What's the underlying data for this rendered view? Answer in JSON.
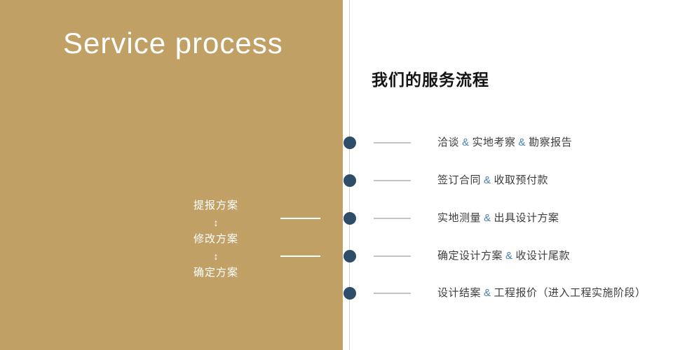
{
  "left_panel": {
    "title": "Service process",
    "plan_steps": [
      "提报方案",
      "修改方案",
      "确定方案"
    ],
    "arrow_glyph": "↕"
  },
  "right_panel": {
    "heading": "我们的服务流程",
    "timeline_items": [
      "洽谈 & 实地考察 & 勘察报告",
      "签订合同 & 收取预付款",
      "实地测量 & 出具设计方案",
      "确定设计方案 & 收设计尾款",
      "设计结案 & 工程报价（进入工程实施阶段）"
    ]
  },
  "colors": {
    "panel_gold": "#c0a065",
    "dot_navy": "#2e4d68",
    "ampersand_blue": "#4a7fae",
    "divider_gray": "#d2d2d2"
  }
}
